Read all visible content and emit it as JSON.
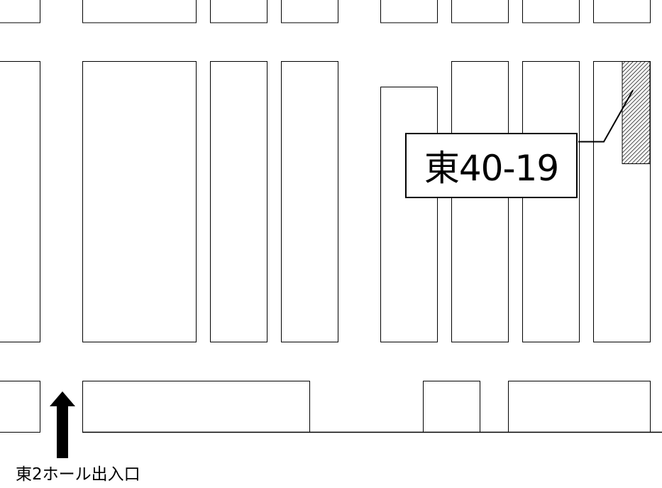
{
  "booth": {
    "label": "東40-19",
    "highlight_pattern": "diagonal-hatch"
  },
  "entrance": {
    "label": "東2ホール出入口",
    "icon": "up-arrow-icon"
  },
  "colors": {
    "line": "#000000",
    "background": "#ffffff"
  }
}
